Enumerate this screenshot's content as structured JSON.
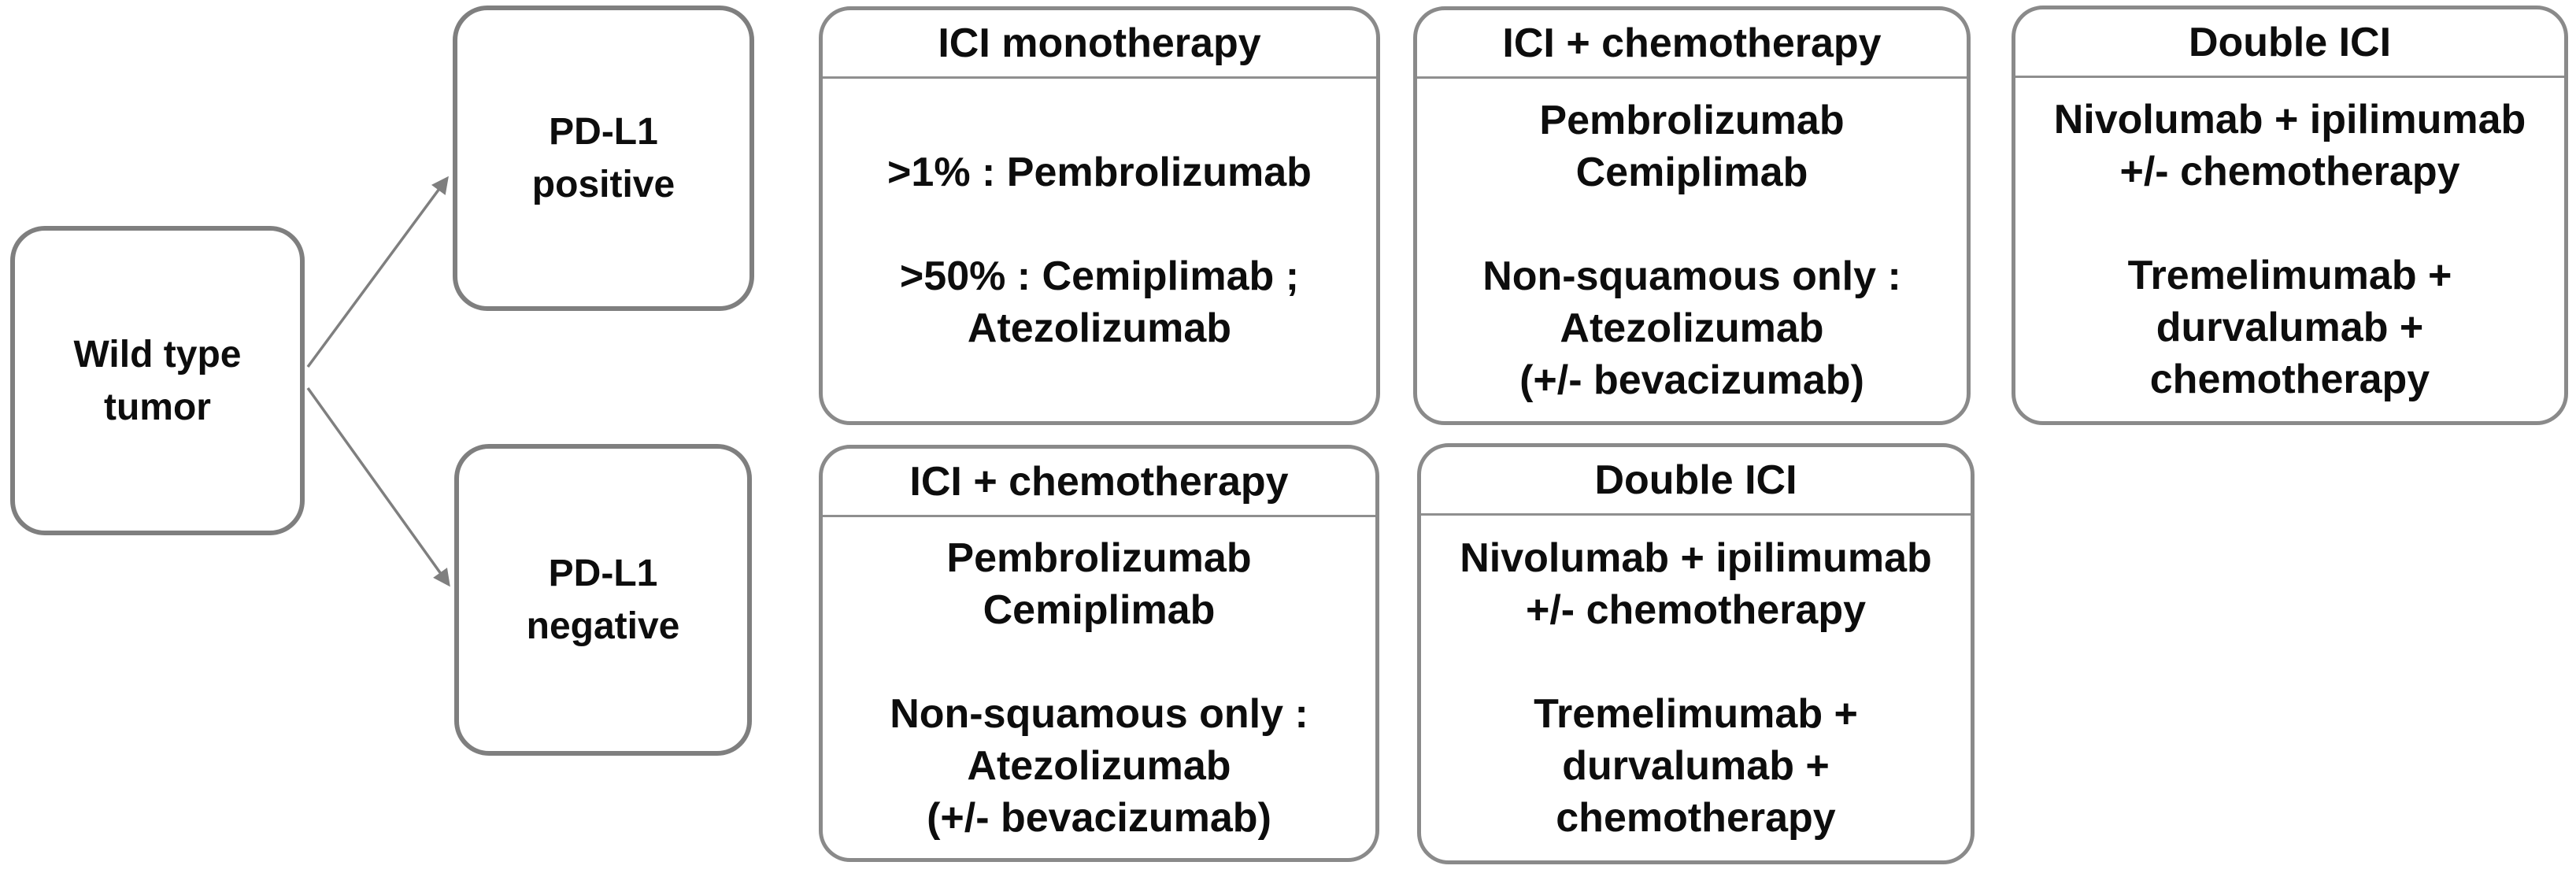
{
  "colors": {
    "node_border": "#7f7f7f",
    "card_border": "#8a8a8a",
    "divider": "#8f8f8f",
    "arrow": "#7f7f7f",
    "text": "#0d0d0d",
    "background": "#ffffff"
  },
  "nodes": {
    "wild_type": {
      "label": "Wild type\ntumor"
    },
    "pdl1_positive": {
      "label": "PD-L1\npositive"
    },
    "pdl1_negative": {
      "label": "PD-L1\nnegative"
    }
  },
  "cards": {
    "ici_monotherapy": {
      "header": "ICI monotherapy",
      "body": ">1% : Pembrolizumab\n\n>50% : Cemiplimab ;\nAtezolizumab"
    },
    "ici_chemo_pdl1_positive": {
      "header": "ICI + chemotherapy",
      "body": "Pembrolizumab\nCemiplimab\n\nNon-squamous only :\nAtezolizumab\n(+/- bevacizumab)"
    },
    "double_ici_pdl1_positive": {
      "header": "Double ICI",
      "body": "Nivolumab + ipilimumab\n+/- chemotherapy\n\nTremelimumab +\ndurvalumab +\nchemotherapy"
    },
    "ici_chemo_pdl1_negative": {
      "header": "ICI + chemotherapy",
      "body": "Pembrolizumab\nCemiplimab\n\nNon-squamous only :\nAtezolizumab\n(+/- bevacizumab)"
    },
    "double_ici_pdl1_negative": {
      "header": "Double ICI",
      "body": "Nivolumab + ipilimumab\n+/- chemotherapy\n\nTremelimumab +\ndurvalumab +\nchemotherapy"
    }
  }
}
